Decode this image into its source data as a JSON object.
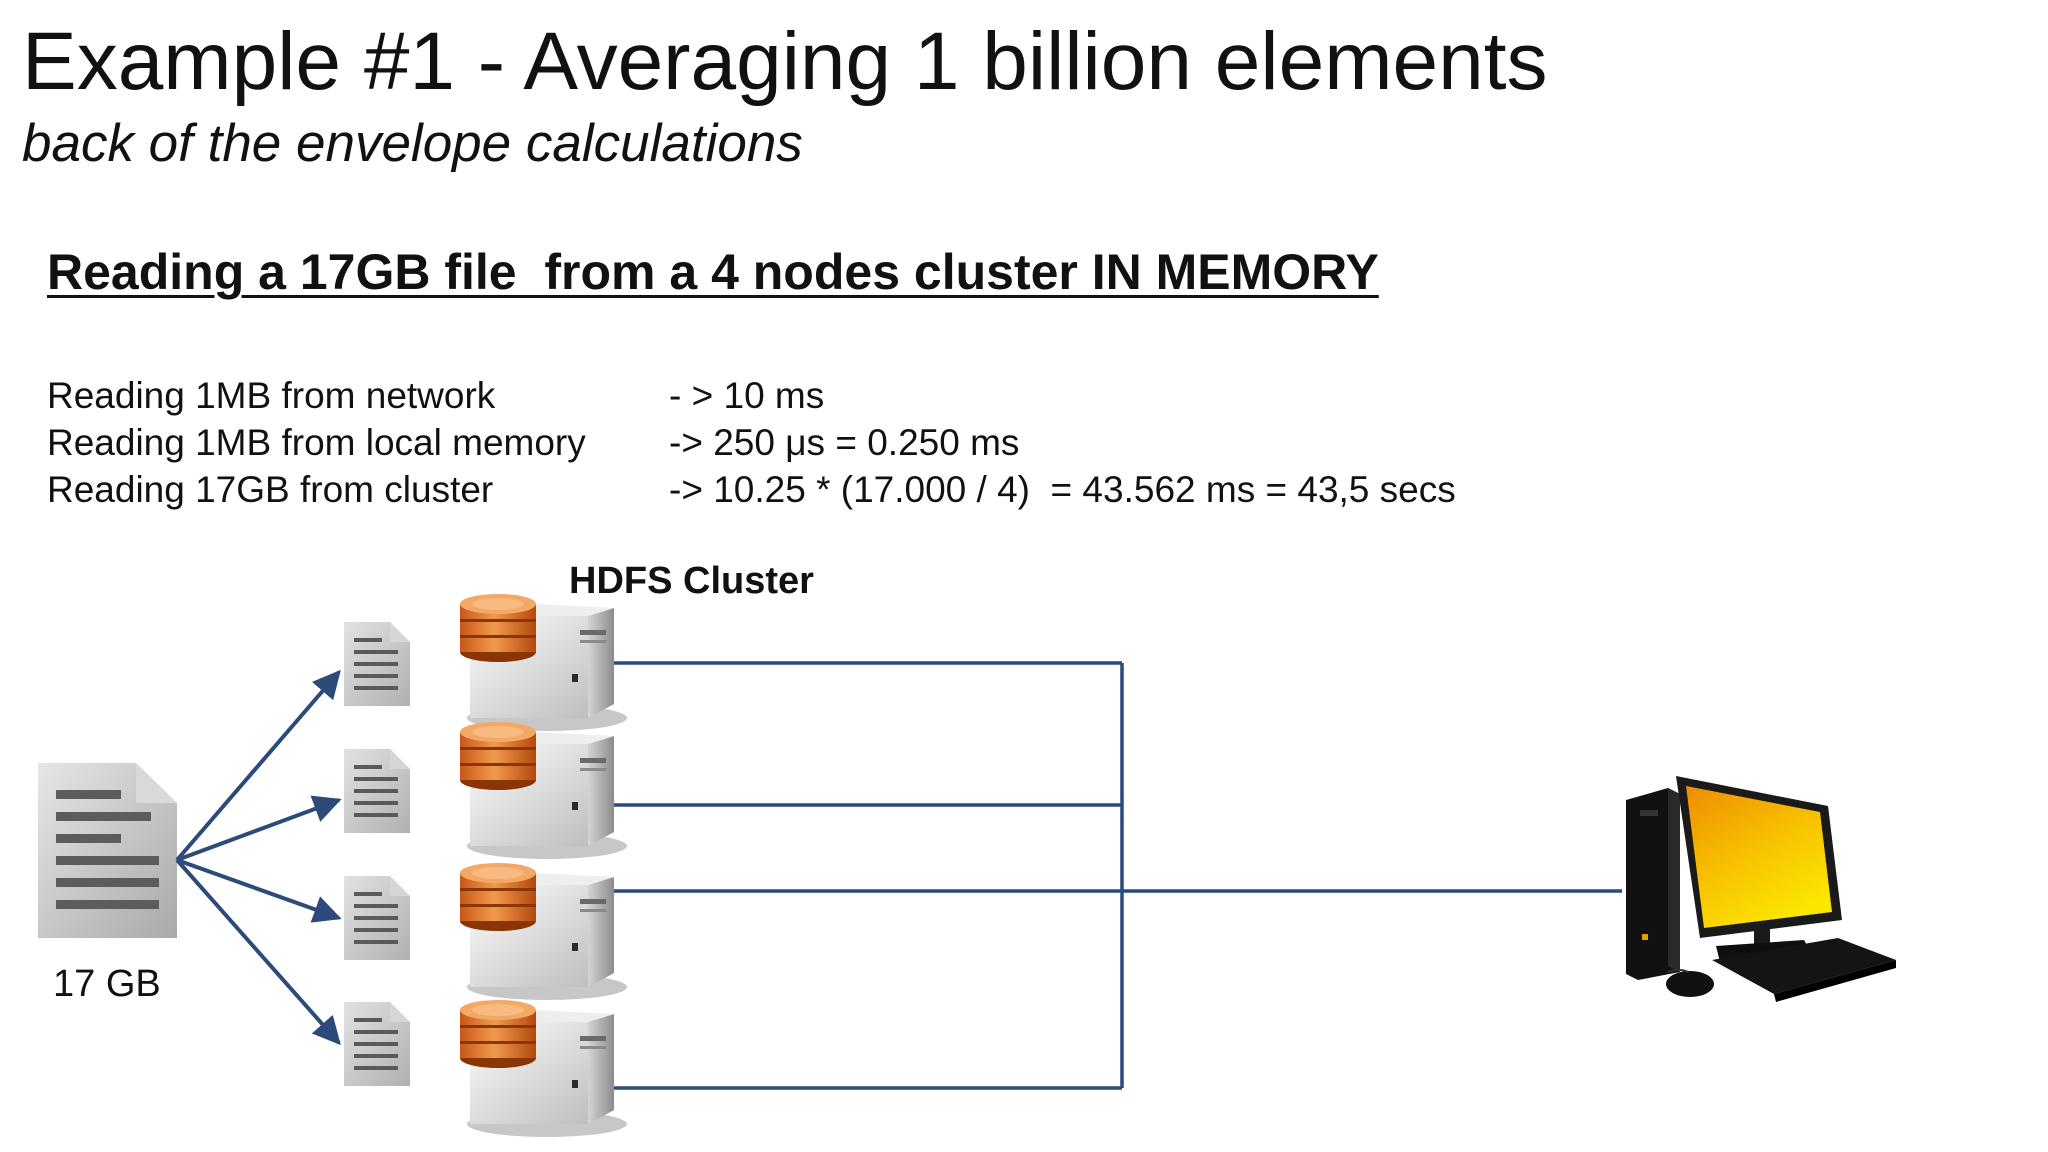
{
  "slide": {
    "title": "Example #1 - Averaging 1 billion elements",
    "subtitle": "back of the envelope calculations",
    "heading": "Reading a 17GB file  from a 4 nodes cluster IN MEMORY"
  },
  "calculations": [
    {
      "label": "Reading 1MB from network",
      "value": "- > 10 ms"
    },
    {
      "label": "Reading 1MB from local memory",
      "value": "-> 250 μs = 0.250 ms"
    },
    {
      "label": "Reading 17GB from cluster",
      "value": "-> 10.25 * (17.000 / 4)  = 43.562 ms = 43,5 secs"
    }
  ],
  "diagram": {
    "cluster_label": "HDFS Cluster",
    "file_size_label": "17 GB",
    "node_count": 4,
    "icons": {
      "source_file": "large-document-icon",
      "chunks": "document-icon",
      "nodes": "database-server-icon",
      "client": "desktop-computer-icon"
    },
    "colors": {
      "connector": "#2c4a7a",
      "database": "#e07b28",
      "monitor": "#f2b50c"
    }
  }
}
